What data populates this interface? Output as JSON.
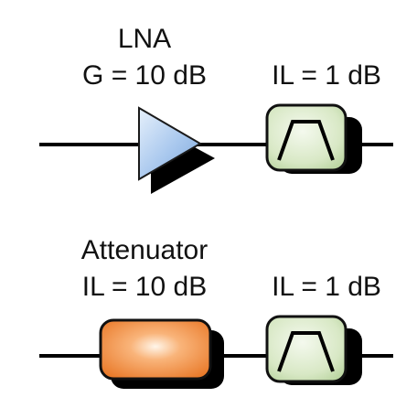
{
  "chain1": {
    "amplifier_title": "LNA",
    "amplifier_gain": "G = 10 dB",
    "filter_loss": "IL = 1 dB"
  },
  "chain2": {
    "attenuator_title": "Attenuator",
    "attenuator_loss": "IL = 10 dB",
    "filter_loss": "IL = 1 dB"
  },
  "colors": {
    "line": "#000000",
    "shadow": "#000000",
    "amplifier_fill": "#9fc1ea",
    "filter_fill": "#d7e8c4",
    "attenuator_fill": "#f0883c"
  }
}
